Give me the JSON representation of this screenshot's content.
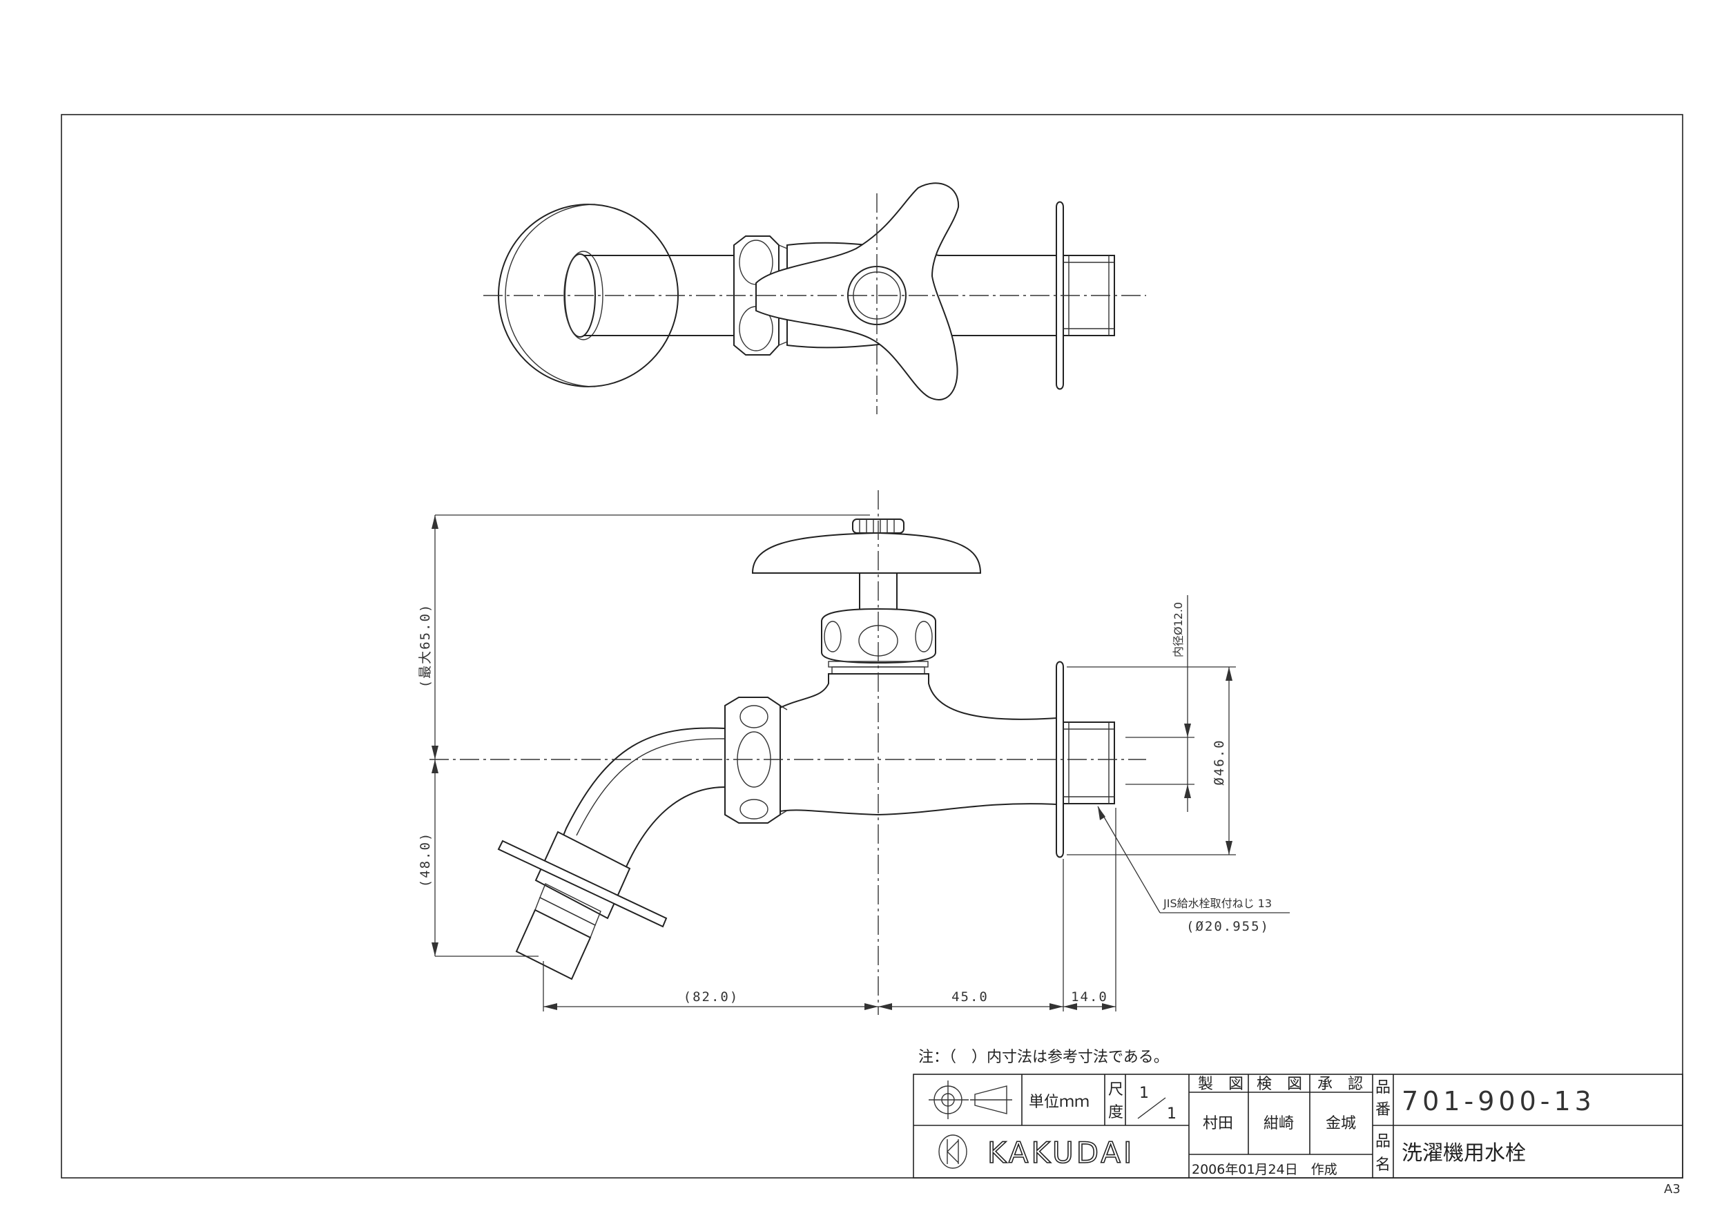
{
  "note": "注：（　）内寸法は参考寸法である。",
  "dimensions": {
    "height_max": "(最大65.0)",
    "height_lower": "(48.0)",
    "width_left": "(82.0)",
    "width_mid": "45.0",
    "width_right": "14.0",
    "inner_dia": "内径Ø12.0",
    "flange_dia": "Ø46.0",
    "thread_label": "JIS給水栓取付ねじ 13",
    "thread_dia": "(Ø20.955)"
  },
  "title_block": {
    "unit_label": "単位ｍｍ",
    "scale_label_1": "尺",
    "scale_label_2": "度",
    "scale_num": "1",
    "scale_den": "1",
    "drawn_label": "製　図",
    "checked_label": "検　図",
    "approved_label": "承　認",
    "drawn_by": "村田",
    "checked_by": "紺崎",
    "approved_by": "金城",
    "part_no_label_1": "品",
    "part_no_label_2": "番",
    "part_no": "701-900-13",
    "name_label_1": "品",
    "name_label_2": "名",
    "product_name": "洗濯機用水栓",
    "date": "2006年01月24日　作成",
    "company": "KAKUDAI"
  },
  "sheet_size": "A3"
}
